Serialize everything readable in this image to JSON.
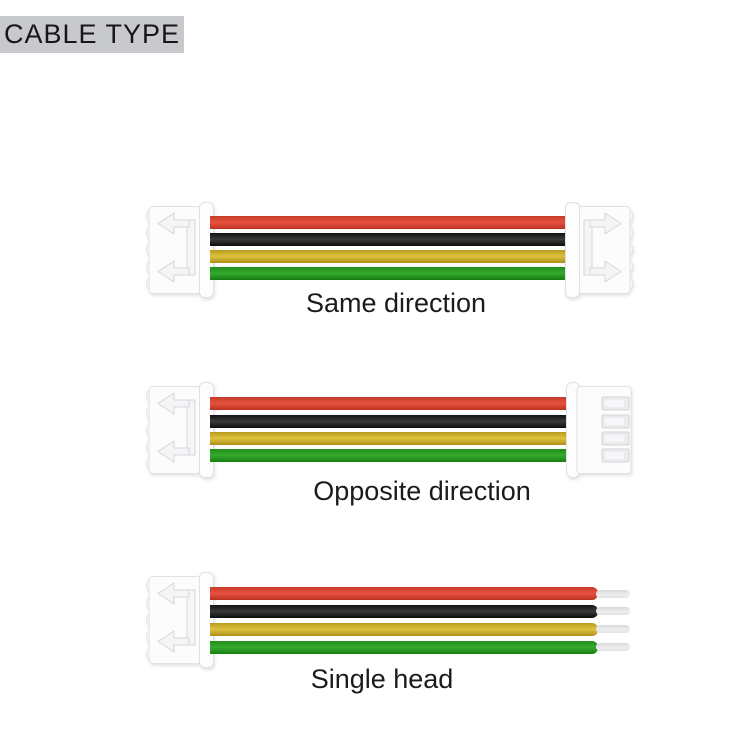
{
  "header": {
    "badge": "CABLE TYPE",
    "badge_bg": "#c8c9cc",
    "badge_text_color": "#17171a"
  },
  "wire_stack": {
    "order": [
      "red",
      "black",
      "yellow",
      "green"
    ],
    "colors": {
      "red": {
        "top": "#c23a28",
        "mid": "#e85240",
        "bottom": "#bb3222"
      },
      "black": {
        "top": "#121212",
        "mid": "#3a3a3a",
        "bottom": "#0d0d0d"
      },
      "yellow": {
        "top": "#b79a1e",
        "mid": "#ddc23e",
        "bottom": "#ad8f18"
      },
      "green": {
        "top": "#1f8d19",
        "mid": "#36a92f",
        "bottom": "#177e12"
      }
    }
  },
  "figures": [
    {
      "label": "Same direction",
      "left_end": "latch-connector",
      "right_end": "latch-connector"
    },
    {
      "label": "Opposite direction",
      "left_end": "latch-connector",
      "right_end": "back-connector"
    },
    {
      "label": "Single head",
      "left_end": "latch-connector",
      "right_end": "stripped-wire-tips"
    }
  ],
  "accents": {
    "connector_white": "#fcfcfd",
    "connector_outline": "#e2e2e6",
    "stripped_tip_gray": "#e4e4e7",
    "background": "#ffffff"
  }
}
